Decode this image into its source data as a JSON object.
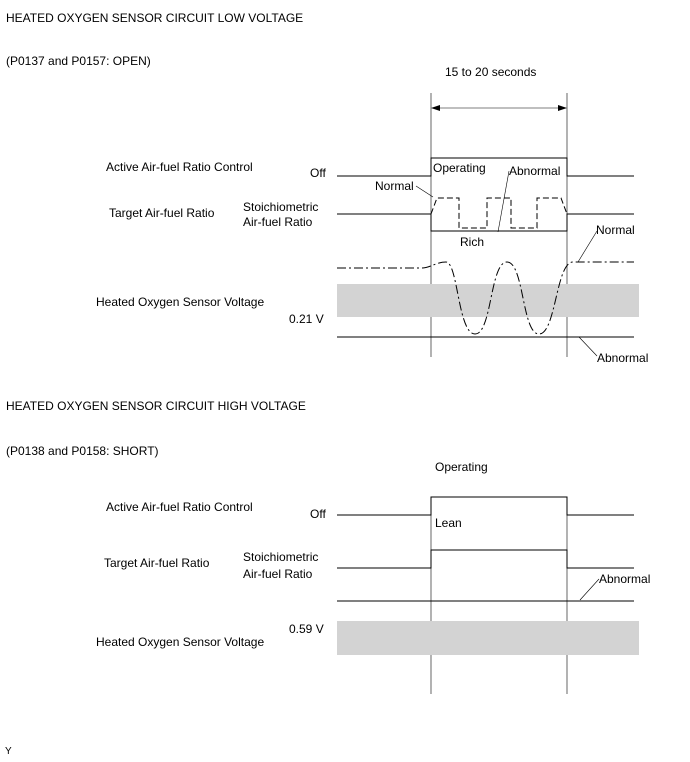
{
  "section1": {
    "title": "HEATED OXYGEN SENSOR CIRCUIT LOW VOLTAGE",
    "codes": "(P0137 and P0157: OPEN)",
    "duration": "15 to 20 seconds",
    "row_active_label": "Active Air-fuel Ratio Control",
    "off": "Off",
    "operating": "Operating",
    "abnormal_top": "Abnormal",
    "normal_left": "Normal",
    "row_target_label": "Target Air-fuel Ratio",
    "stoich_line1": "Stoichiometric",
    "stoich_line2": "Air-fuel Ratio",
    "rich": "Rich",
    "normal_right": "Normal",
    "row_sensor_label": "Heated Oxygen Sensor Voltage",
    "voltage": "0.21 V",
    "abnormal_bottom": "Abnormal"
  },
  "section2": {
    "title": "HEATED OXYGEN SENSOR CIRCUIT HIGH VOLTAGE",
    "codes": "(P0138 and P0158: SHORT)",
    "operating": "Operating",
    "row_active_label": "Active Air-fuel Ratio Control",
    "off": "Off",
    "lean": "Lean",
    "row_target_label": "Target Air-fuel Ratio",
    "stoich_line1": "Stoichiometric",
    "stoich_line2": "Air-fuel Ratio",
    "abnormal": "Abnormal",
    "voltage": "0.59 V",
    "row_sensor_label": "Heated Oxygen Sensor Voltage"
  },
  "footer_mark": "Y",
  "colors": {
    "band": "#d3d3d3",
    "line": "#000000"
  }
}
